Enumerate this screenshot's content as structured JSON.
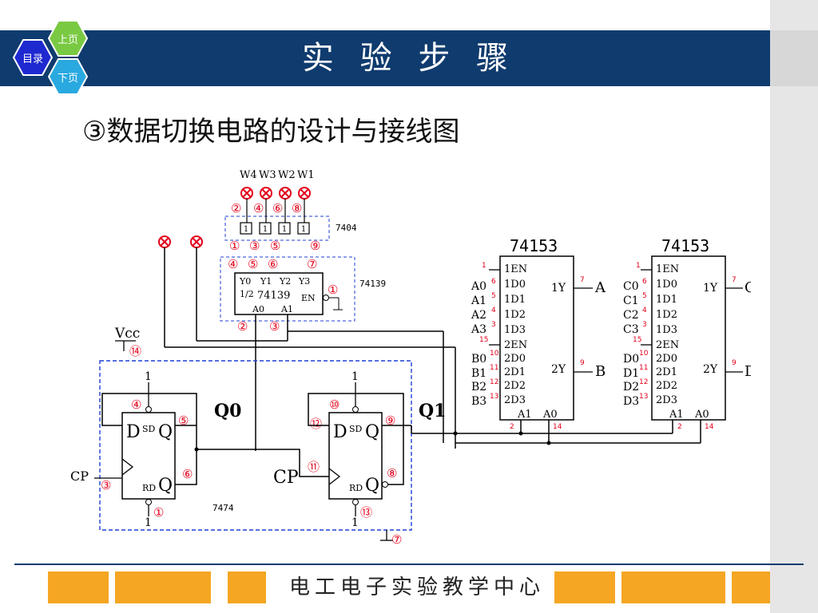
{
  "header": {
    "title": "实 验 步 骤"
  },
  "nav": {
    "contents_label": "目录",
    "prev_label": "上页",
    "next_label": "下页"
  },
  "subtitle": "③数据切换电路的设计与接线图",
  "footer": {
    "text": "电工电子实验教学中心"
  },
  "colors": {
    "header_bg": "#0f3b6e",
    "wire": "#000000",
    "marker": "#e3001b",
    "dashed_box": "#1f3fd6",
    "footer_block": "#f5a623"
  },
  "diagram": {
    "switch_labels": [
      "W4",
      "W3",
      "W2",
      "W1"
    ],
    "chip_7404": "7404",
    "chip_74139": "74139",
    "chip_7474": "7474",
    "chip_74153_a": "74153",
    "chip_74153_b": "74153",
    "vcc": "Vcc",
    "cp_left": "CP",
    "cp_right": "CP",
    "q0": "Q0",
    "q1": "Q1",
    "pins_74139": [
      "Y0",
      "Y1",
      "Y2",
      "Y3",
      "1/2",
      "74139",
      "EN",
      "A0",
      "A1"
    ],
    "pins_153_left": [
      "1EN",
      "1D0",
      "1D1",
      "1D2",
      "1D3",
      "2EN",
      "2D0",
      "2D1",
      "2D2",
      "2D3"
    ],
    "inputs_153a": [
      "A0",
      "A1",
      "A2",
      "A3",
      "B0",
      "B1",
      "B2",
      "B3"
    ],
    "inputs_153b": [
      "C0",
      "C1",
      "C2",
      "C3",
      "D0",
      "D1",
      "D2",
      "D3"
    ],
    "outputs_153a": [
      "1Y",
      "A",
      "2Y",
      "B"
    ],
    "outputs_153b": [
      "1Y",
      "C",
      "2Y",
      "D"
    ],
    "select_pins": [
      "A1",
      "A0"
    ],
    "pin_numbers_153": [
      "1",
      "6",
      "5",
      "4",
      "3",
      "15",
      "10",
      "11",
      "12",
      "13",
      "7",
      "9",
      "2",
      "14"
    ],
    "circled_top": [
      "②",
      "④",
      "⑥",
      "⑧"
    ],
    "circled_7404_out": [
      "①",
      "③",
      "⑤",
      "⑨"
    ],
    "circled_139_in": [
      "④",
      "⑤",
      "⑥",
      "⑦"
    ],
    "circled_139_en": "①",
    "circled_139_sel": [
      "②",
      "③"
    ],
    "vcc_pin": "⑭",
    "gnd_pin": "⑦",
    "ff_left_pins": [
      "④",
      "⑤",
      "⑥",
      "③",
      "①"
    ],
    "ff_right_pins": [
      "⑩",
      "⑫",
      "⑨",
      "⑪",
      "⑧",
      "⑬"
    ],
    "ff_one": "1",
    "ff_labels": [
      "D",
      "SD",
      "Q",
      "RD",
      "Q"
    ]
  }
}
